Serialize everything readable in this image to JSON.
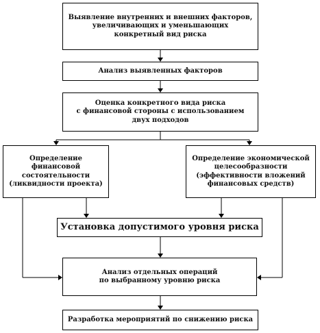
{
  "nodes": {
    "identify": "Выявление внутренних и внешних факторов,\nувеличивающих и уменьшающих\nконкретный вид риска",
    "analysis": "Анализ выявленных  факторов",
    "evaluation": "Оценка конкретного вида риска\nс финансовой стороны с использованием\nдвух подходов",
    "financial": "Определение финансовой\nсостоятельности\n(ликвидности проекта)",
    "economic": "Определение экономической\nцелесообразности\n(эффективности вложений\nфинансовых средств)",
    "acceptable": "Установка допустимого уровня риска",
    "operations": "Анализ отдельных  операций\nпо выбранному уровню риска",
    "measures": "Разработка мероприятий по снижению риска"
  }
}
